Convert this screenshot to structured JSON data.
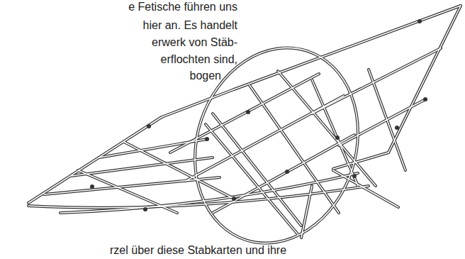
{
  "diagram": {
    "labels": [
      "e Fetische führen uns",
      "hier an. Es handelt",
      "erwerk von Stäb-",
      "erflochten sind,",
      "bogen",
      "rzel über diese Stabkarten und ihre"
    ]
  }
}
